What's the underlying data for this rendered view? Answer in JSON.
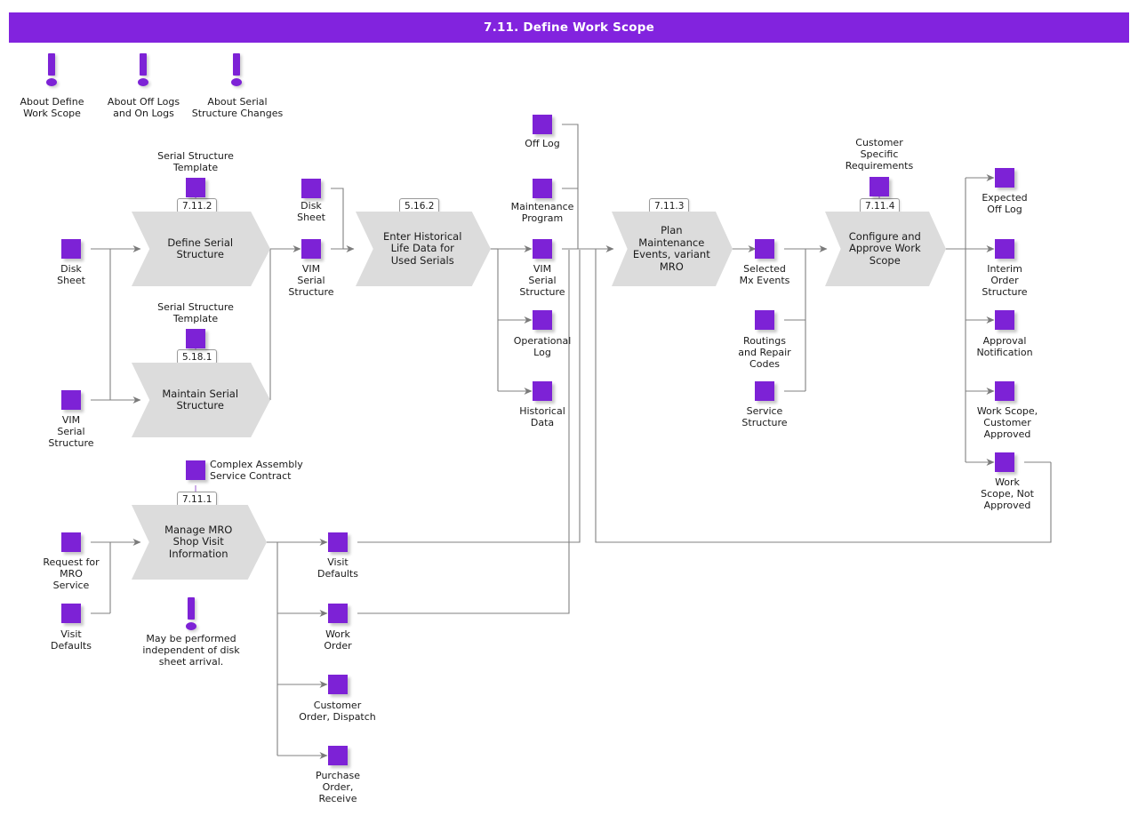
{
  "header": {
    "title": "7.11. Define Work Scope",
    "bar_color": "#8223de"
  },
  "theme": {
    "object_color": "#7d22d6",
    "process_fill": "#dcdcdc",
    "wire_color": "#808080"
  },
  "notes": [
    {
      "name": "about-define-work-scope",
      "label": "About Define\nWork Scope"
    },
    {
      "name": "about-off-logs-and-on-logs",
      "label": "About Off Logs\nand On Logs"
    },
    {
      "name": "about-serial-structure-changes",
      "label": "About Serial\nStructure Changes"
    },
    {
      "name": "may-be-performed-note",
      "label": "May be performed\nindependent of disk\nsheet arrival."
    }
  ],
  "processes": [
    {
      "name": "define-serial-structure",
      "badge": "7.11.2",
      "label": "Define Serial\nStructure"
    },
    {
      "name": "maintain-serial-structure",
      "badge": "5.18.1",
      "label": "Maintain Serial\nStructure"
    },
    {
      "name": "enter-historical-life-data-for-used-serials",
      "badge": "5.16.2",
      "label": "Enter Historical\nLife Data for\nUsed Serials"
    },
    {
      "name": "plan-maintenance-events-variant-mro",
      "badge": "7.11.3",
      "label": "Plan\nMaintenance\nEvents, variant\nMRO"
    },
    {
      "name": "configure-and-approve-work-scope",
      "badge": "7.11.4",
      "label": "Configure and\nApprove Work\nScope"
    },
    {
      "name": "manage-mro-shop-visit-information",
      "badge": "7.11.1",
      "label": "Manage MRO\nShop Visit\nInformation"
    }
  ],
  "objects": [
    {
      "name": "serial-structure-template-1",
      "label": "Serial Structure\nTemplate"
    },
    {
      "name": "serial-structure-template-2",
      "label": "Serial Structure\nTemplate"
    },
    {
      "name": "disk-sheet-input",
      "label": "Disk\nSheet"
    },
    {
      "name": "vim-serial-structure-input",
      "label": "VIM\nSerial\nStructure"
    },
    {
      "name": "disk-sheet-mid",
      "label": "Disk\nSheet"
    },
    {
      "name": "vim-serial-structure-mid",
      "label": "VIM\nSerial\nStructure"
    },
    {
      "name": "off-log",
      "label": "Off Log"
    },
    {
      "name": "maintenance-program",
      "label": "Maintenance\nProgram"
    },
    {
      "name": "vim-serial-structure-out",
      "label": "VIM\nSerial\nStructure"
    },
    {
      "name": "operational-log",
      "label": "Operational\nLog"
    },
    {
      "name": "historical-data",
      "label": "Historical\nData"
    },
    {
      "name": "selected-mx-events",
      "label": "Selected\nMx Events"
    },
    {
      "name": "routings-and-repair-codes",
      "label": "Routings\nand  Repair\nCodes"
    },
    {
      "name": "service-structure",
      "label": "Service\nStructure"
    },
    {
      "name": "customer-specific-requirements",
      "label": "Customer\nSpecific\nRequirements"
    },
    {
      "name": "expected-off-log",
      "label": "Expected\nOff Log"
    },
    {
      "name": "interim-order-structure",
      "label": "Interim\nOrder\nStructure"
    },
    {
      "name": "approval-notification",
      "label": "Approval\nNotification"
    },
    {
      "name": "work-scope-customer-approved",
      "label": "Work Scope,\nCustomer\nApproved"
    },
    {
      "name": "work-scope-not-approved",
      "label": "Work\nScope, Not\nApproved"
    },
    {
      "name": "complex-assembly-service-contract",
      "label": "Complex Assembly\nService Contract"
    },
    {
      "name": "request-for-mro-service",
      "label": "Request for\nMRO\nService"
    },
    {
      "name": "visit-defaults-input",
      "label": "Visit\nDefaults"
    },
    {
      "name": "visit-defaults-output",
      "label": "Visit\nDefaults"
    },
    {
      "name": "work-order",
      "label": "Work\nOrder"
    },
    {
      "name": "customer-order-dispatch",
      "label": "Customer\nOrder, Dispatch"
    },
    {
      "name": "purchase-order-receive",
      "label": "Purchase\nOrder,\nReceive"
    }
  ]
}
